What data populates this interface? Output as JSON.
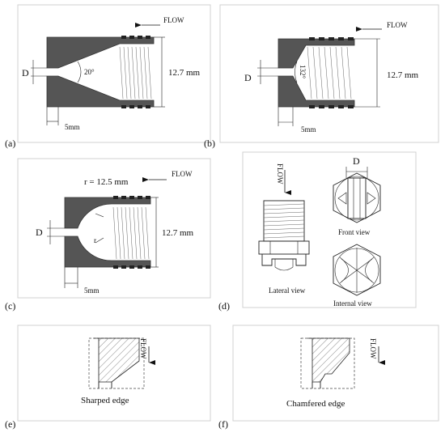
{
  "panels": {
    "a": {
      "tag": "(a)",
      "flow": "FLOW",
      "d": "D",
      "angle": "20°",
      "dim": "12.7 mm",
      "len": "5mm"
    },
    "b": {
      "tag": "(b)",
      "flow": "FLOW",
      "d": "D",
      "angle": "132°",
      "dim": "12.7 mm",
      "len": "5mm"
    },
    "c": {
      "tag": "(c)",
      "flow": "FLOW",
      "d": "D",
      "radius": "r = 12.5 mm",
      "r": "r",
      "dim": "12.7 mm",
      "len": "5mm"
    },
    "d": {
      "tag": "(d)",
      "flow": "FLOW",
      "d": "D",
      "front": "Front view",
      "lateral": "Lateral view",
      "internal": "Internal view"
    },
    "e": {
      "tag": "(e)",
      "flow": "FLOW",
      "caption": "Sharped edge"
    },
    "f": {
      "tag": "(f)",
      "flow": "FLOW",
      "caption": "Chamfered edge"
    }
  },
  "colors": {
    "body_fill": "#555555",
    "border": "#d0d0d0"
  }
}
